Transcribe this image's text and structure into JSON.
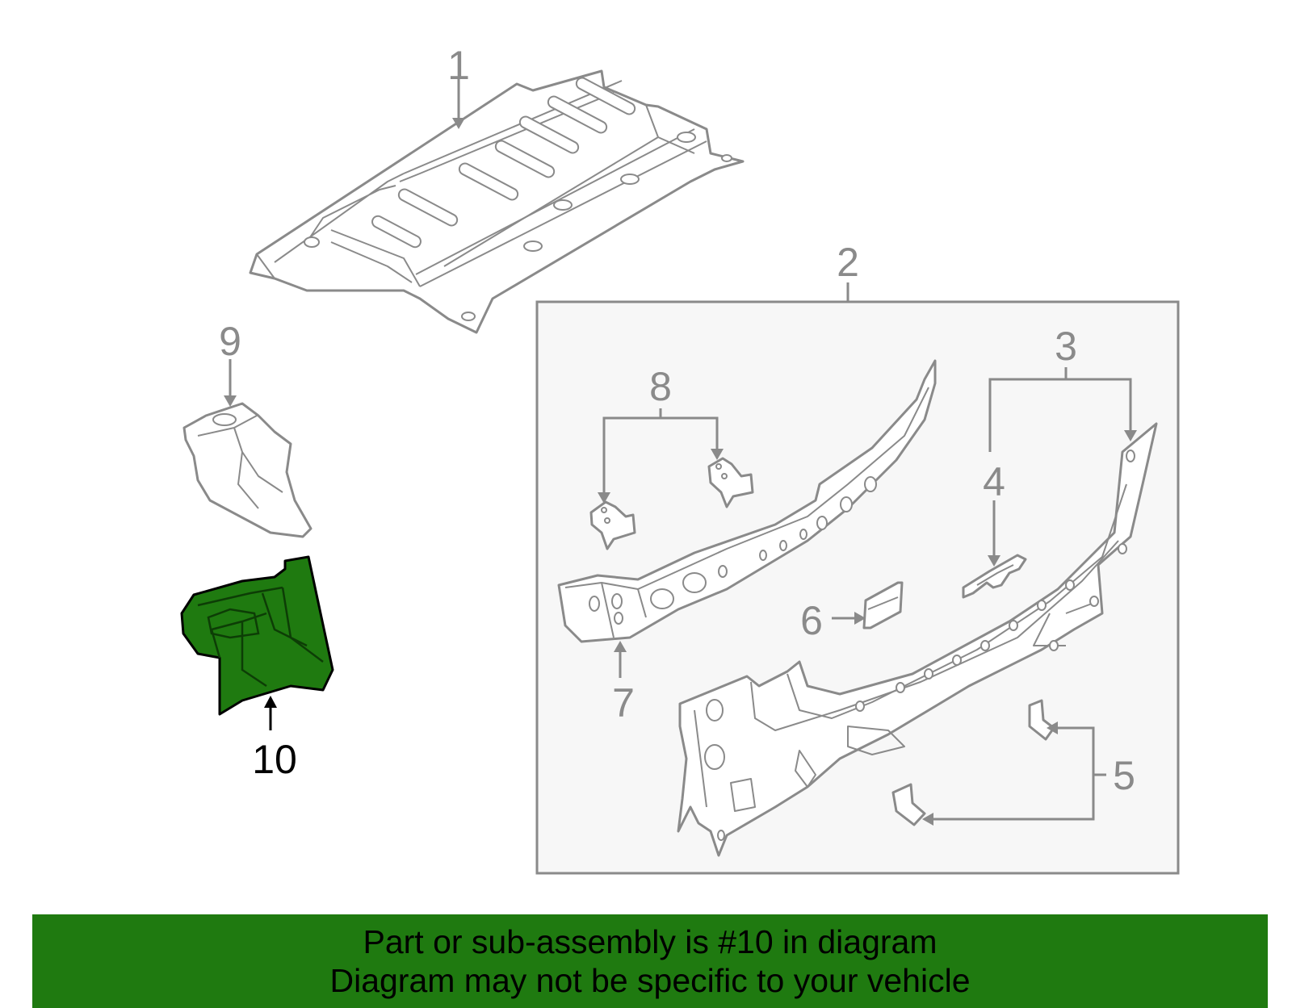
{
  "diagram": {
    "callouts": {
      "c1": "1",
      "c2": "2",
      "c3": "3",
      "c4": "4",
      "c5": "5",
      "c6": "6",
      "c7": "7",
      "c8": "8",
      "c9": "9",
      "c10": "10"
    },
    "highlighted_part": "10",
    "colors": {
      "highlight": "#1f7a10",
      "line_art": "#8a8a8a",
      "banner": "#1f7a10"
    }
  },
  "banner": {
    "line1": "Part or sub-assembly is #10 in diagram",
    "line2": "Diagram may not be specific to your vehicle"
  }
}
